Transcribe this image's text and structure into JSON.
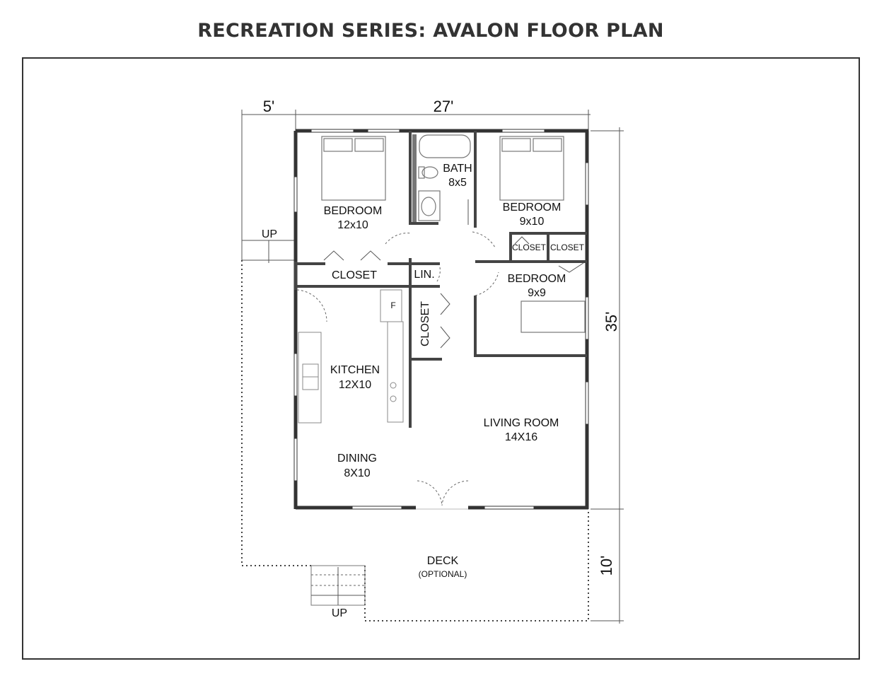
{
  "title": "RECREATION SERIES: AVALON FLOOR PLAN",
  "dimensions": {
    "deck_side": "5'",
    "width": "27'",
    "depth": "35'",
    "deck_depth": "10'"
  },
  "rooms": {
    "bedroom1": {
      "name": "BEDROOM",
      "size": "12x10"
    },
    "bath": {
      "name": "BATH",
      "size": "8x5"
    },
    "bedroom2": {
      "name": "BEDROOM",
      "size": "9x10"
    },
    "bedroom3": {
      "name": "BEDROOM",
      "size": "9x9"
    },
    "closet_main": "CLOSET",
    "linen": "LIN.",
    "closet_hall": "CLOSET",
    "closet_a": "CLOSET",
    "closet_b": "CLOSET",
    "kitchen": {
      "name": "KITCHEN",
      "size": "12X10"
    },
    "dining": {
      "name": "DINING",
      "size": "8X10"
    },
    "living": {
      "name": "LIVING ROOM",
      "size": "14X16"
    },
    "deck": {
      "name": "DECK",
      "note": "(OPTIONAL)"
    }
  },
  "stairs": {
    "side": "UP",
    "front": "UP"
  },
  "fridge_label": "F"
}
